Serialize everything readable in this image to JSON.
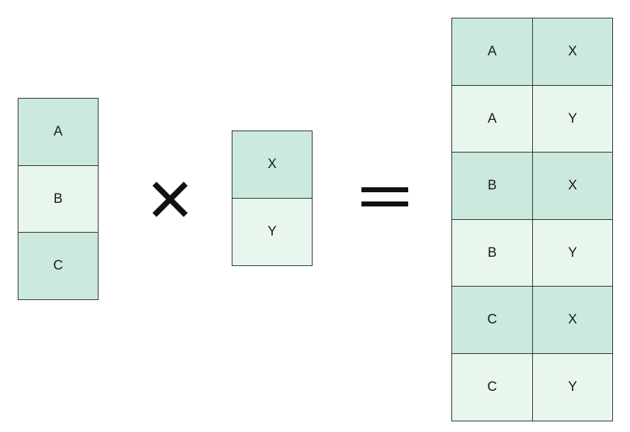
{
  "left_table": {
    "cells": [
      "A",
      "B",
      "C"
    ]
  },
  "middle_table": {
    "cells": [
      "X",
      "Y"
    ]
  },
  "right_table": {
    "rows": [
      [
        "A",
        "X"
      ],
      [
        "A",
        "Y"
      ],
      [
        "B",
        "X"
      ],
      [
        "B",
        "Y"
      ],
      [
        "C",
        "X"
      ],
      [
        "C",
        "Y"
      ]
    ]
  },
  "colors": {
    "dark_cell": "#cbe9dc",
    "light_cell": "#e8f6ee",
    "border": "#2b2b2b",
    "operator": "#111111"
  },
  "operators": {
    "multiply": "times-icon",
    "equals": "equals-icon"
  }
}
